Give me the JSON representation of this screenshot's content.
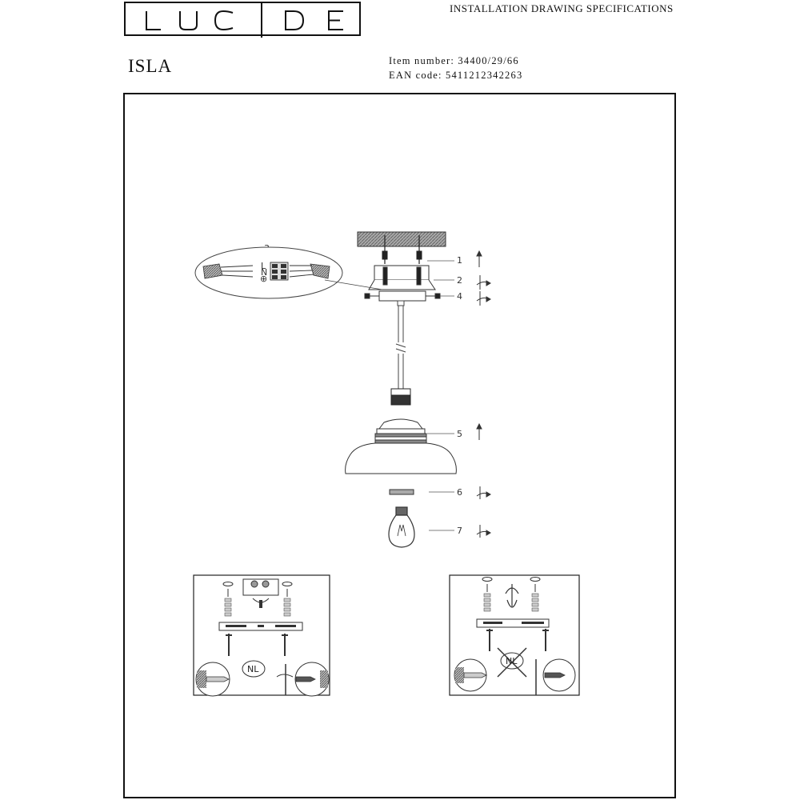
{
  "header": {
    "brand": "LUCIDE",
    "doc_title": "INSTALLATION DRAWING SPECIFICATIONS",
    "product_name": "ISLA",
    "item_number": "Item number: 34400/29/66",
    "ean_code": "EAN code: 5411212342263"
  },
  "diagram": {
    "callouts": [
      "1",
      "2",
      "3",
      "4",
      "5",
      "6",
      "7"
    ],
    "wire_labels": [
      "L",
      "N",
      "⊕"
    ],
    "badge_nl": "NL",
    "badge_nl_crossed": "NL"
  },
  "colors": {
    "ink": "#111111",
    "line": "#555555",
    "hatch": "#777777"
  }
}
